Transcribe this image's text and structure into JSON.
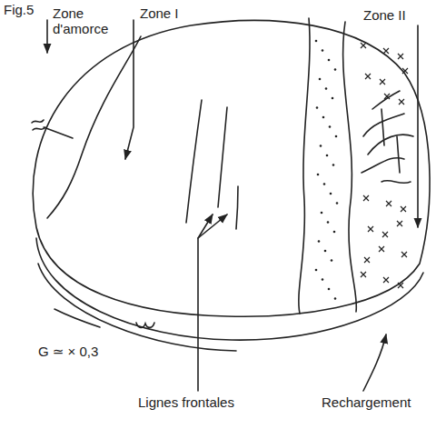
{
  "diagram": {
    "labels": [
      "Fig.5",
      "Zone d'amorce",
      "Zone I",
      "Zone II",
      "G ≃ × 0,3",
      "Lignes frontales",
      "Rechargement"
    ]
  }
}
